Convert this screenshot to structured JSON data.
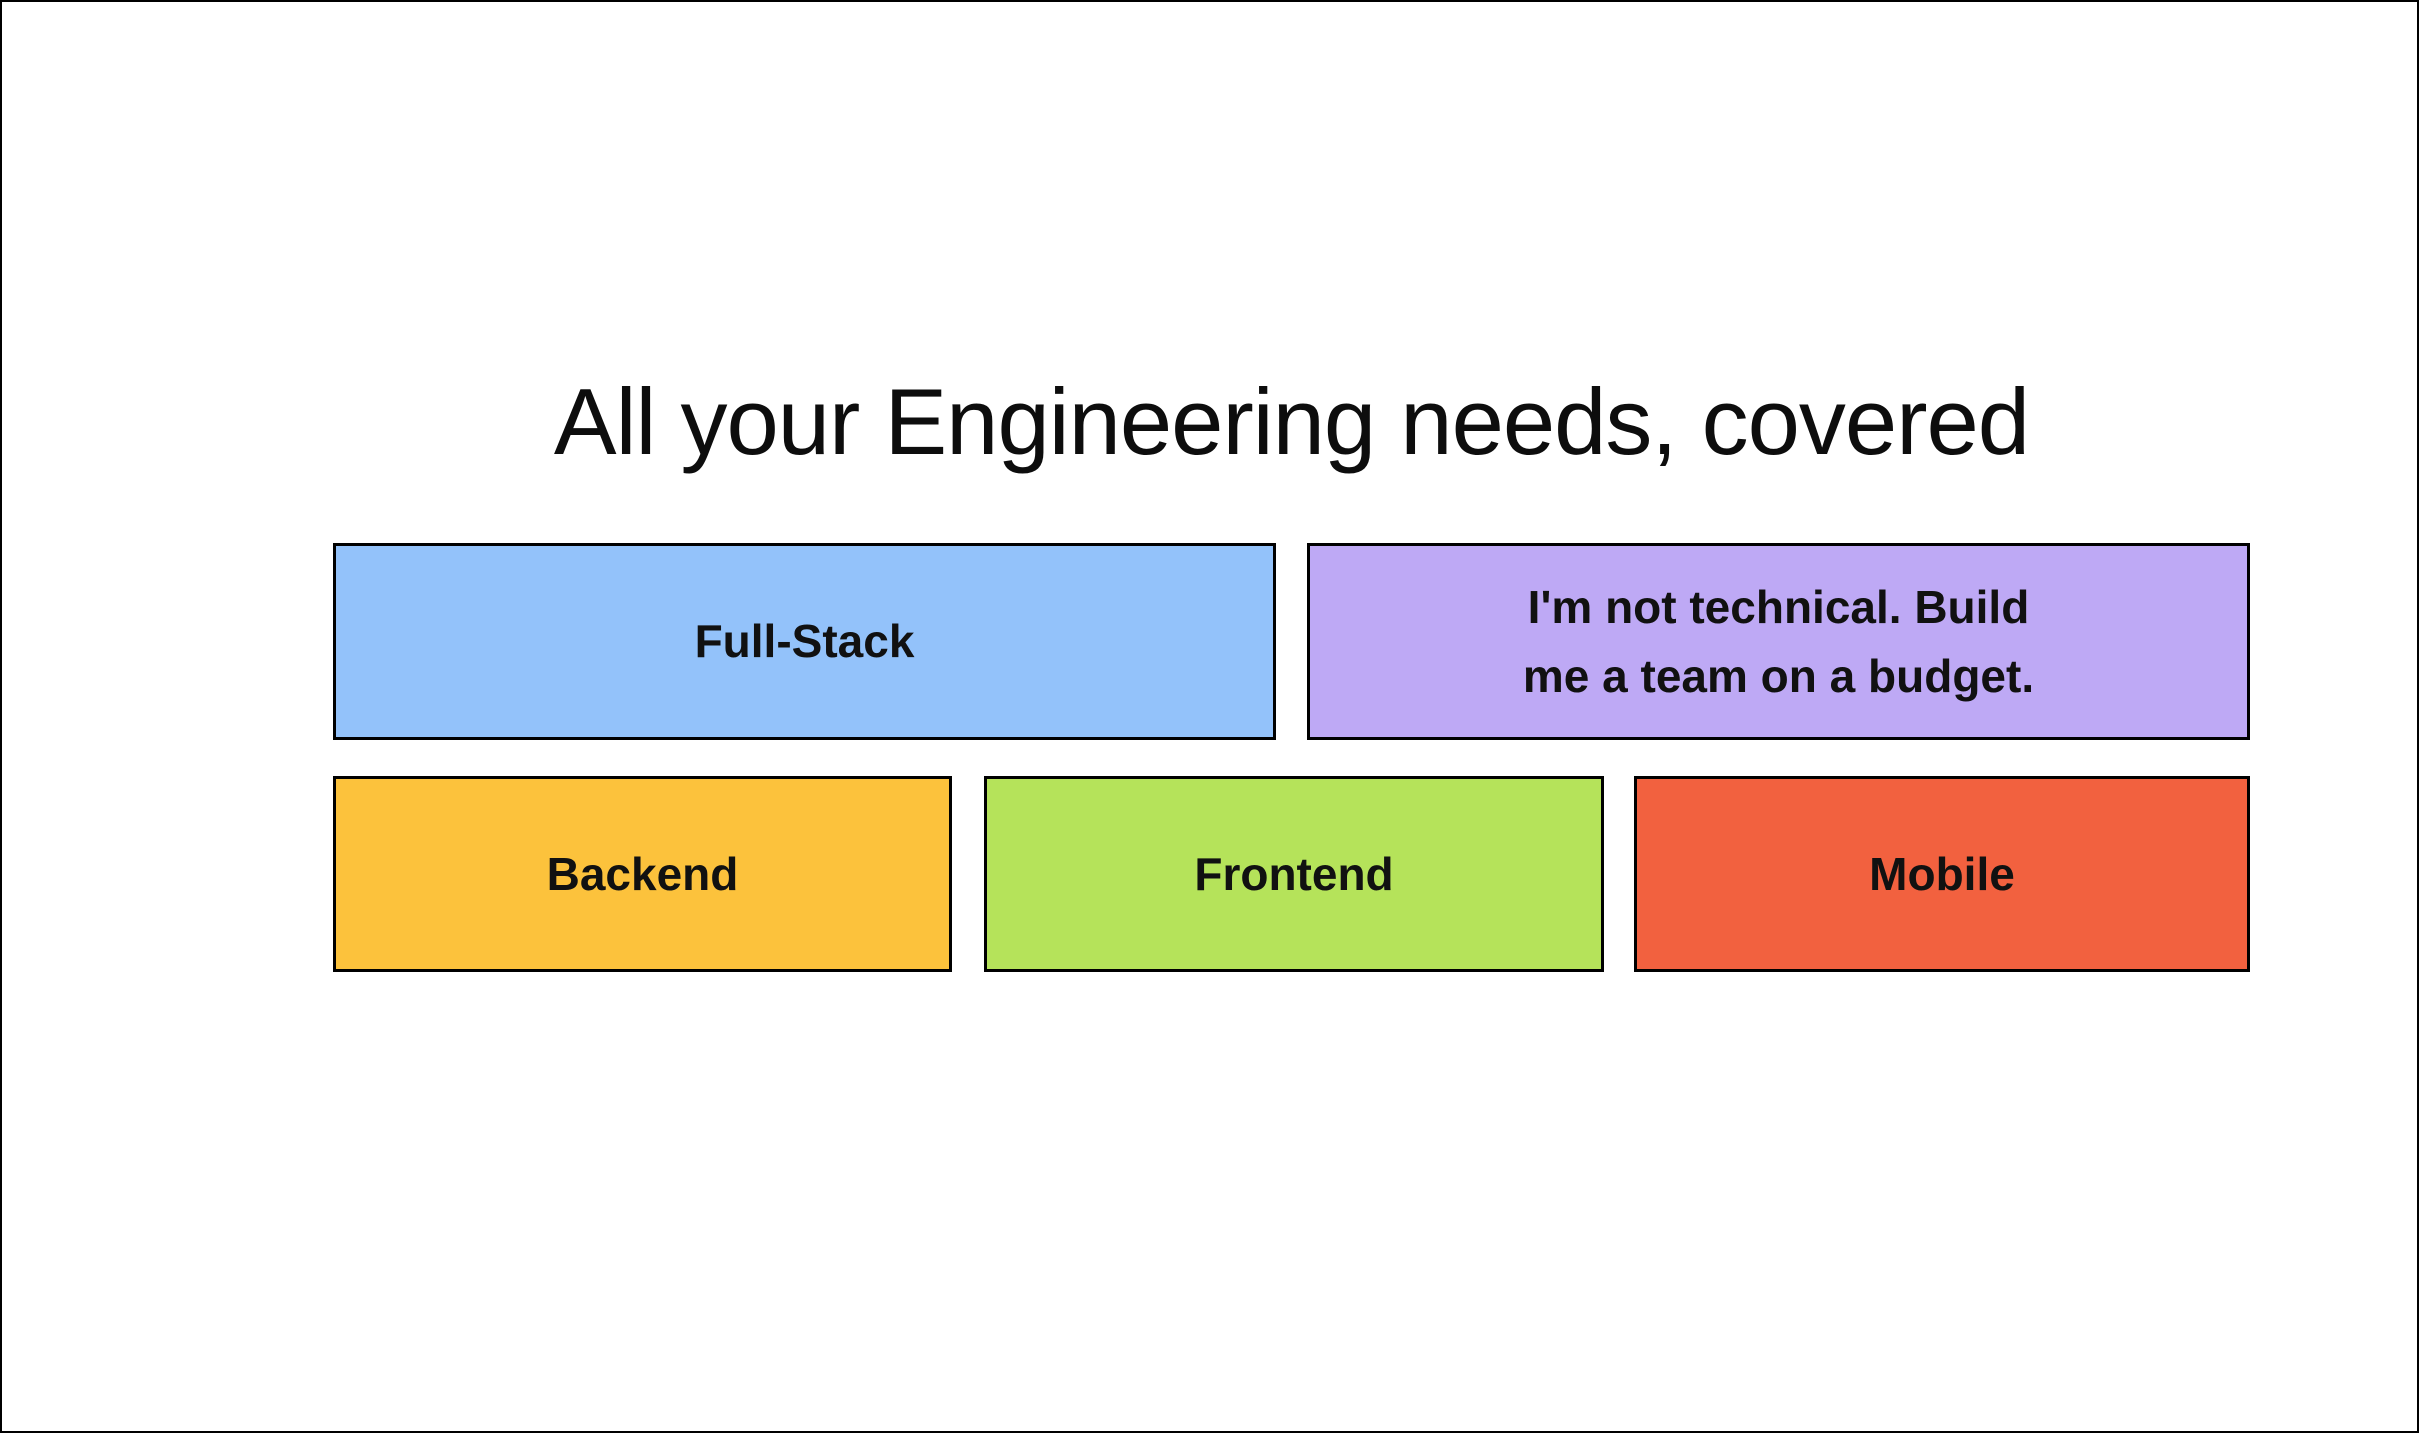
{
  "page": {
    "background_color": "#ffffff",
    "frame_border_color": "#000000",
    "card_border_color": "#000000",
    "text_color": "#111111"
  },
  "title": "All your Engineering needs, covered",
  "cards": {
    "full_stack": {
      "label": "Full-Stack",
      "bg": "#93C2FA"
    },
    "not_technical": {
      "line1": "I'm not technical. Build",
      "line2": "me a team on a budget.",
      "bg": "#BEA9F5"
    },
    "backend": {
      "label": "Backend",
      "bg": "#FCC23C"
    },
    "frontend": {
      "label": "Frontend",
      "bg": "#B5E35A"
    },
    "mobile": {
      "label": "Mobile",
      "bg": "#F2613F"
    }
  }
}
